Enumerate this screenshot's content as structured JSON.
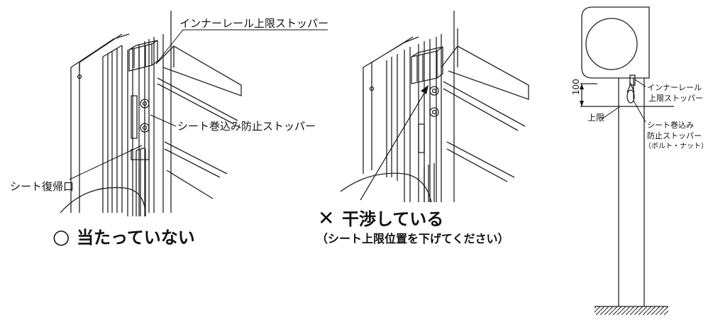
{
  "panel_left": {
    "label_inner_rail_stopper": "インナーレール上限ストッパー",
    "label_sheet_stopper": "シート巻込み防止ストッパー",
    "label_return_port": "シート復帰口",
    "status_symbol": "○",
    "status_text": "当たっていない"
  },
  "panel_middle": {
    "status_symbol": "✕",
    "status_text": "干渉している",
    "note": "（シート上限位置を下げてください）"
  },
  "panel_right": {
    "label_inner_rail_line1": "インナーレール",
    "label_inner_rail_line2": "上限ストッパー",
    "label_sheet_stopper_line1": "シート巻込み",
    "label_sheet_stopper_line2": "防止ストッパー",
    "label_sheet_stopper_line3": "（ボルト・ナット）",
    "dim_value": "100",
    "label_upper_limit": "上限"
  }
}
